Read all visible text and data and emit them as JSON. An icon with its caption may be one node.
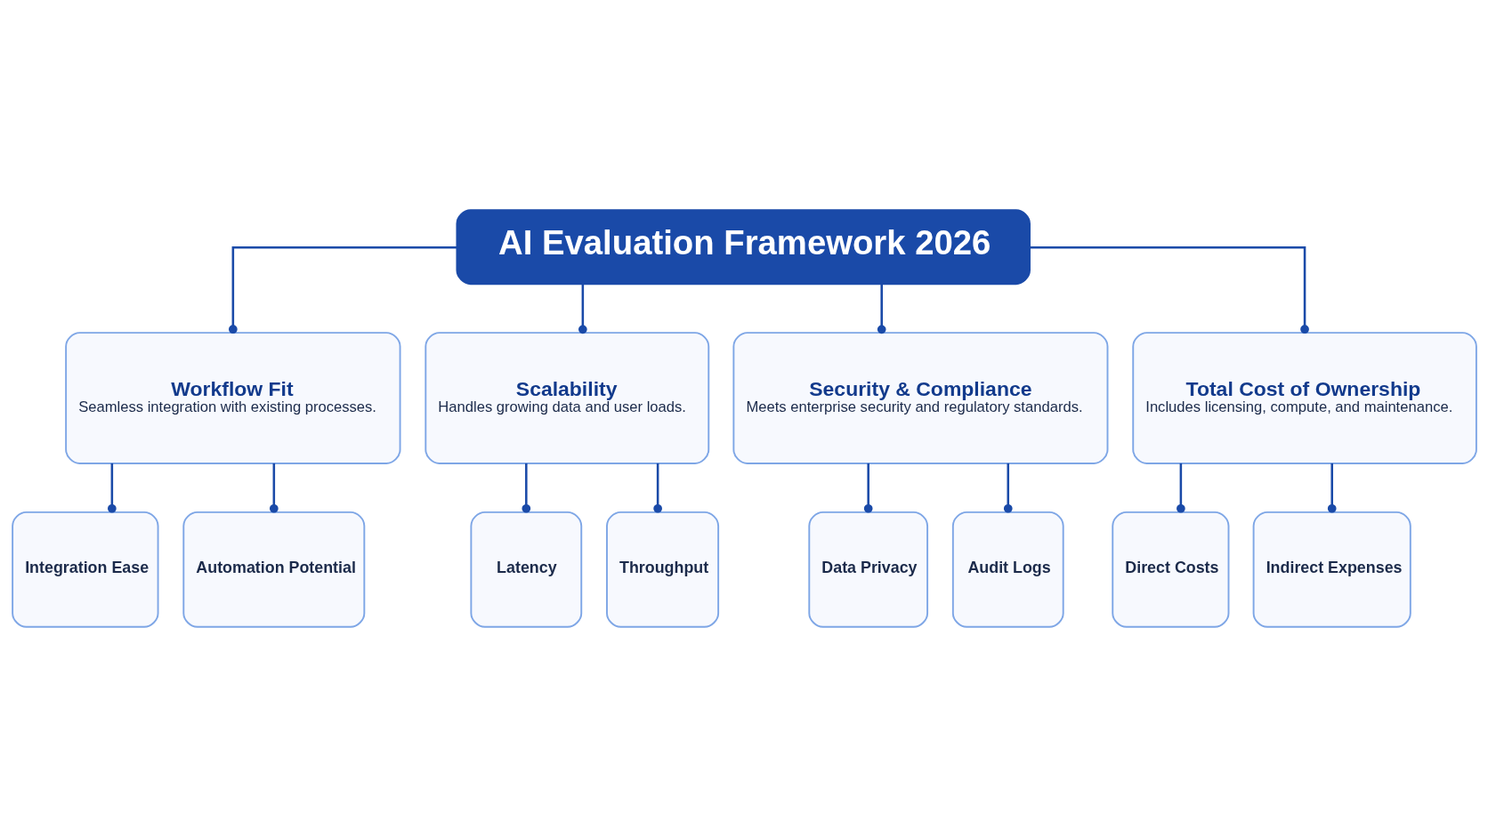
{
  "diagram": {
    "nodes": [
      {
        "text": [
          "AI Evaluation Framework 2026"
        ]
      },
      {
        "text": [
          "Workflow Fit",
          "Seamless integration with existing processes."
        ]
      },
      {
        "text": [
          "Scalability",
          "Handles growing data and user loads."
        ]
      },
      {
        "text": [
          "Security & Compliance",
          "Meets enterprise security and regulatory standards."
        ]
      },
      {
        "text": [
          "Total Cost of Ownership",
          "Includes licensing, compute, and maintenance."
        ]
      },
      {
        "text": [
          "Integration Ease"
        ]
      },
      {
        "text": [
          "Automation Potential"
        ]
      },
      {
        "text": [
          "Latency"
        ]
      },
      {
        "text": [
          "Throughput"
        ]
      },
      {
        "text": [
          "Data Privacy"
        ]
      },
      {
        "text": [
          "Audit Logs"
        ]
      },
      {
        "text": [
          "Direct Costs"
        ]
      },
      {
        "text": [
          "Indirect Expenses"
        ]
      }
    ],
    "edges": [
      {
        "from": 0,
        "to": 1,
        "arrow": "other"
      },
      {
        "from": 0,
        "to": 2,
        "arrow": "other"
      },
      {
        "from": 0,
        "to": 3,
        "arrow": "other"
      },
      {
        "from": 0,
        "to": 4,
        "arrow": "other"
      },
      {
        "from": 1,
        "to": 5,
        "arrow": "other"
      },
      {
        "from": 1,
        "to": 6,
        "arrow": "other"
      },
      {
        "from": 2,
        "to": 7,
        "arrow": "other"
      },
      {
        "from": 2,
        "to": 8,
        "arrow": "other"
      },
      {
        "from": 3,
        "to": 9,
        "arrow": "other"
      },
      {
        "from": 3,
        "to": 10,
        "arrow": "other"
      },
      {
        "from": 4,
        "to": 11,
        "arrow": "other"
      },
      {
        "from": 4,
        "to": 12,
        "arrow": "other"
      }
    ]
  }
}
